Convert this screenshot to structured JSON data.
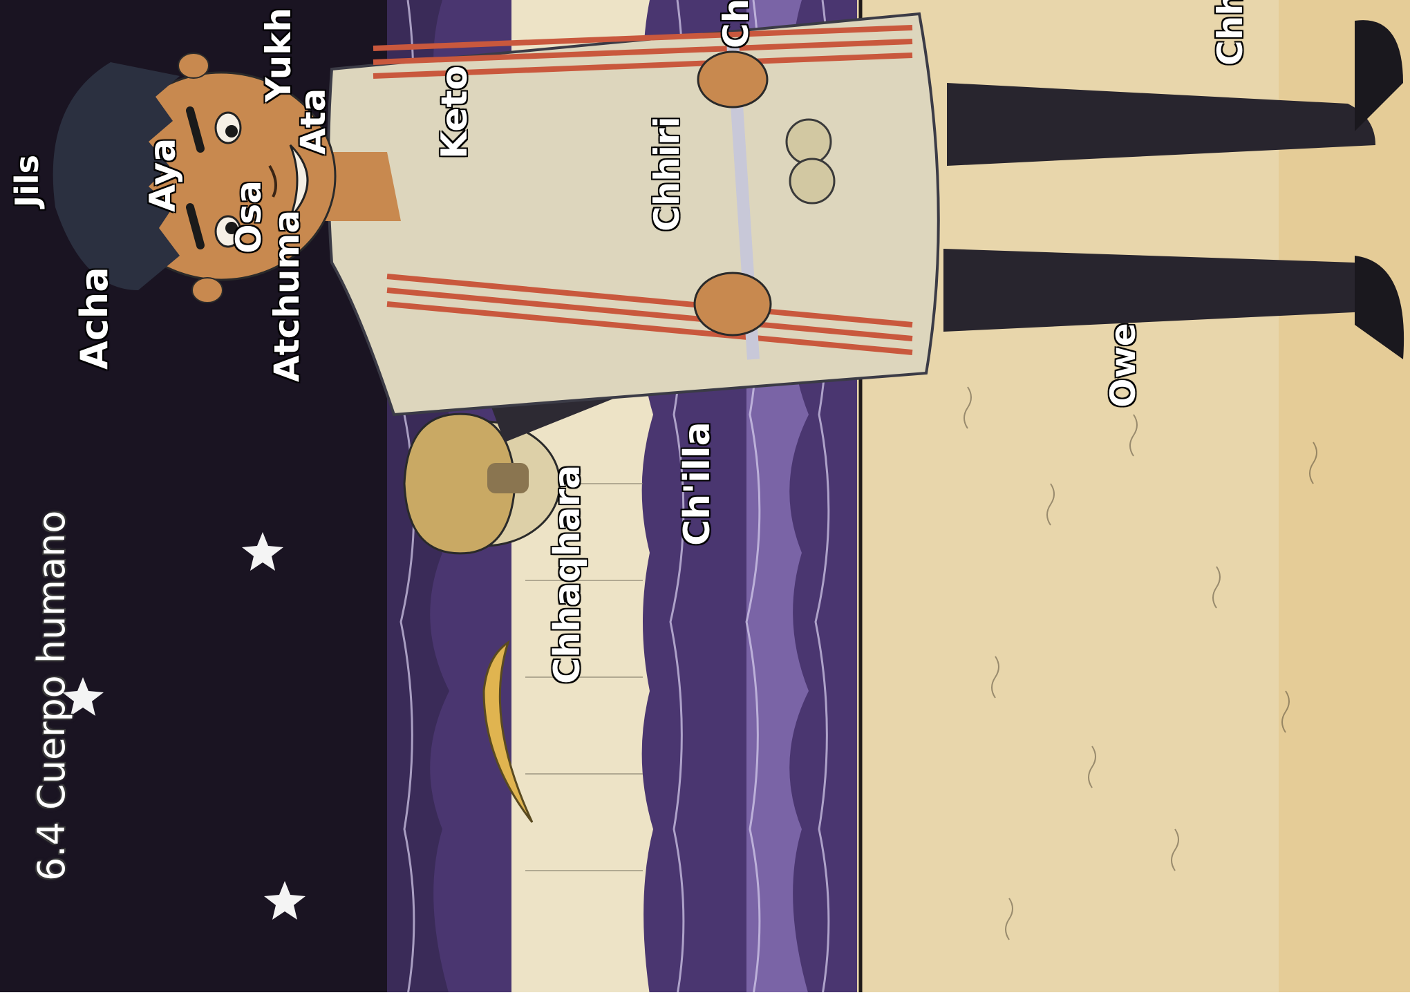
{
  "title": "6.4 Cuerpo humano",
  "labels": {
    "jils": "Jils",
    "acha": "Acha",
    "aya": "Aya",
    "osa": "Osa",
    "yukh": "Yukh",
    "ata": "Ata",
    "atchuma": "Atchuma",
    "keto": "Keto",
    "chhiri": "Chhiri",
    "chhaqhara": "Chhaqhara",
    "chilla": "Ch'illa",
    "owe": "Owe",
    "ch_partial": "Ch",
    "chh_partial": "Chh"
  },
  "colors": {
    "night_sky": "#1a1422",
    "lake": "#4a3670",
    "lake_light": "#7a64a6",
    "ground": "#e8d6ab",
    "shirt": "#ddd6bd",
    "stripe": "#c9583d",
    "skin": "#c8894f",
    "hair": "#2b3040",
    "legs": "#28252e"
  },
  "icons": [
    "star-icon",
    "moon-icon",
    "hut-icon",
    "person-figure"
  ]
}
